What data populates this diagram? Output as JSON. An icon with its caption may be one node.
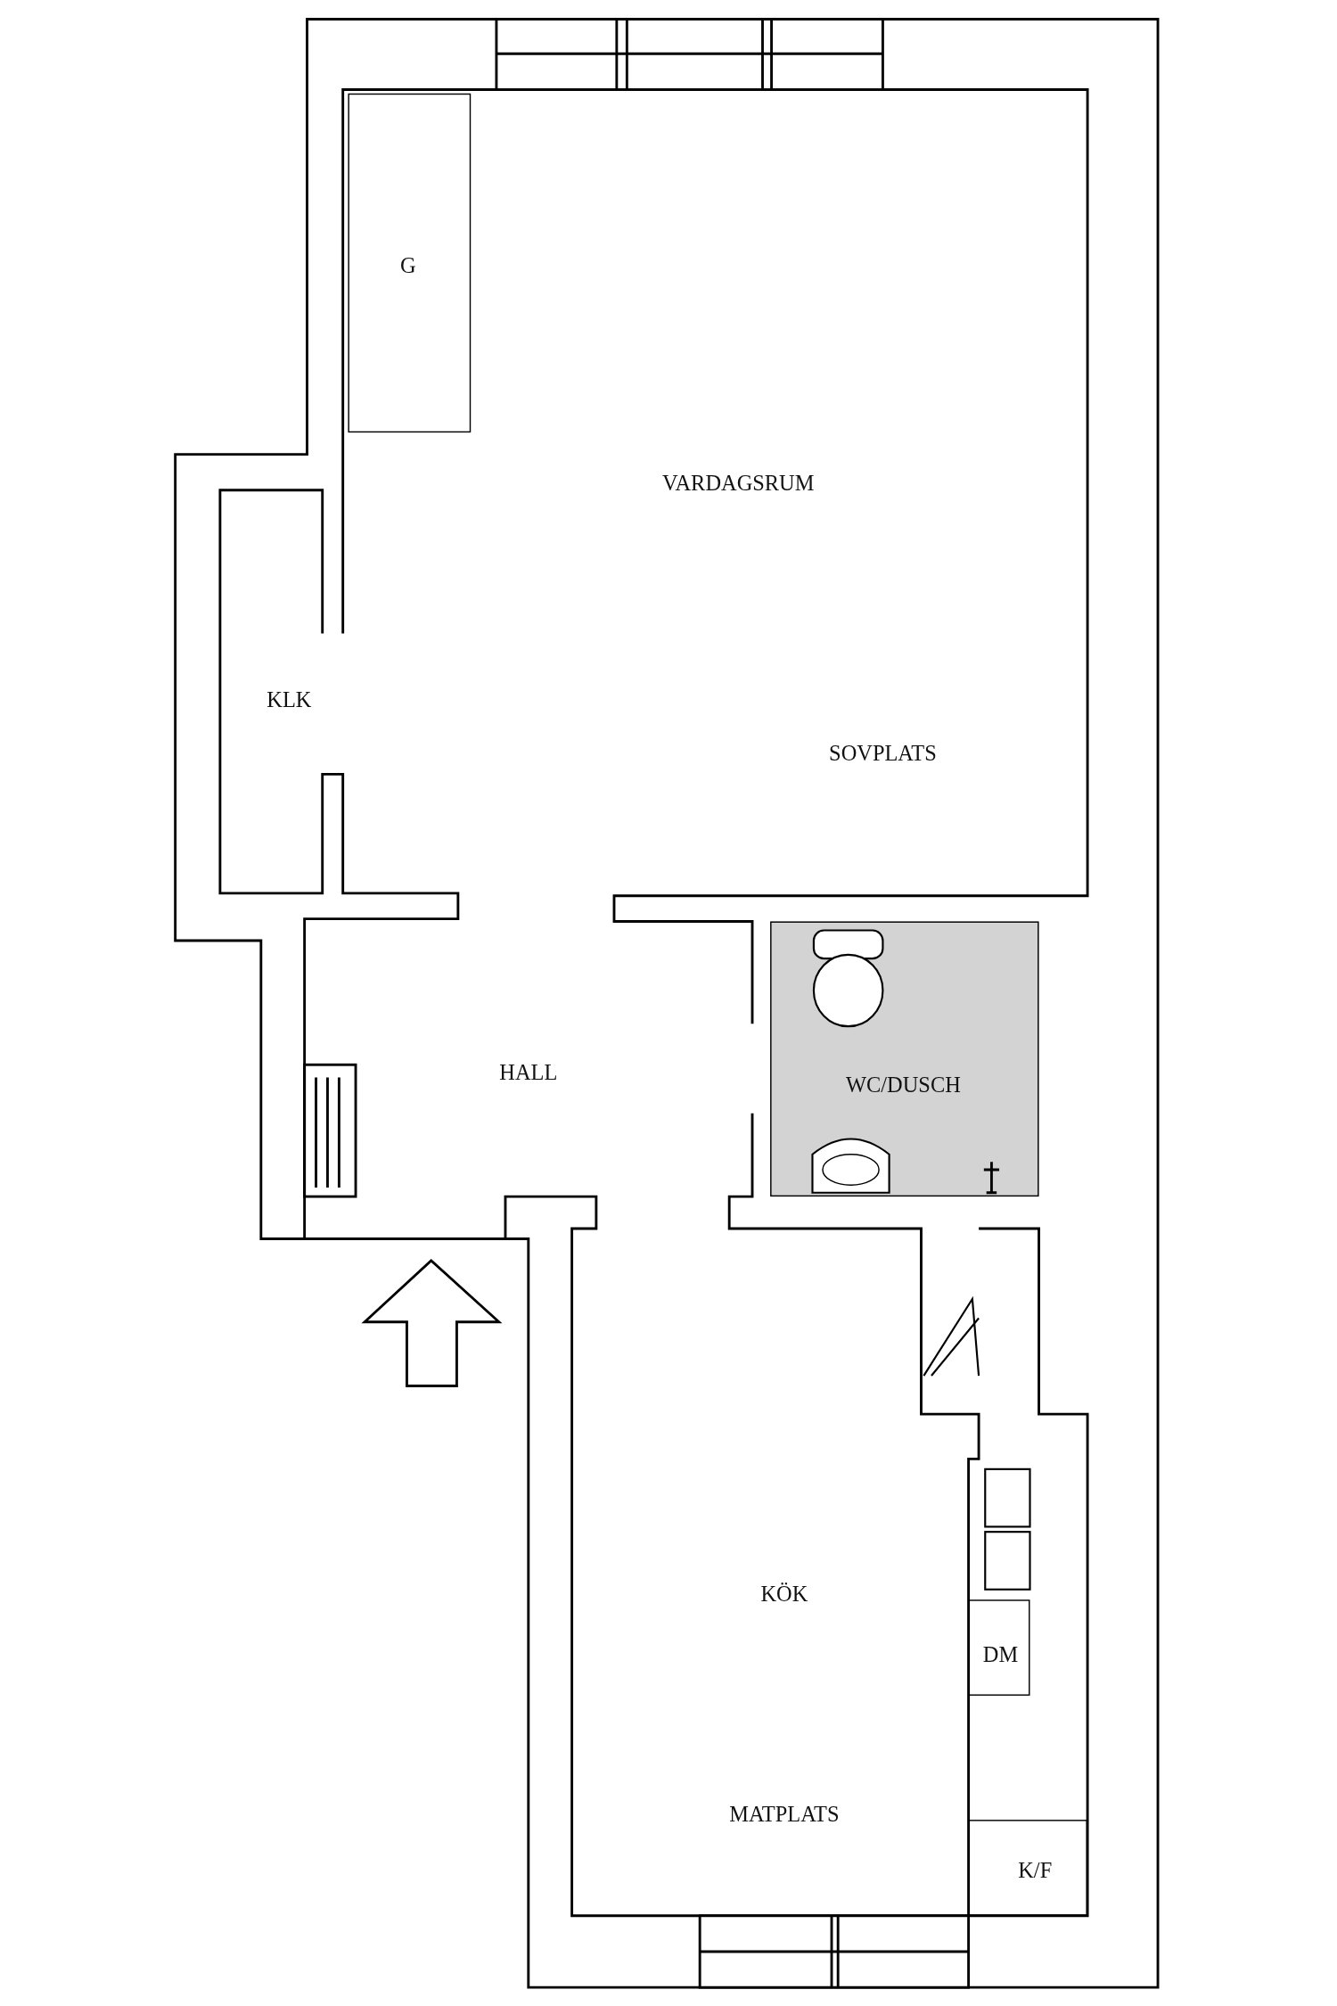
{
  "diagram": {
    "nodes": [
      {
        "text": [
          "VARDAGSRUM",
          "SOVPLATS"
        ]
      },
      {
        "text": [
          "G"
        ],
        "in": 0
      },
      {
        "text": [
          "KLK"
        ]
      },
      {
        "text": [
          "HALL"
        ]
      },
      {
        "text": [
          "WC/DUSCH"
        ]
      },
      {
        "text": [
          "KÖK",
          "MATPLATS"
        ]
      },
      {
        "text": [
          "DM"
        ]
      },
      {
        "text": [
          "K/F"
        ]
      }
    ]
  }
}
